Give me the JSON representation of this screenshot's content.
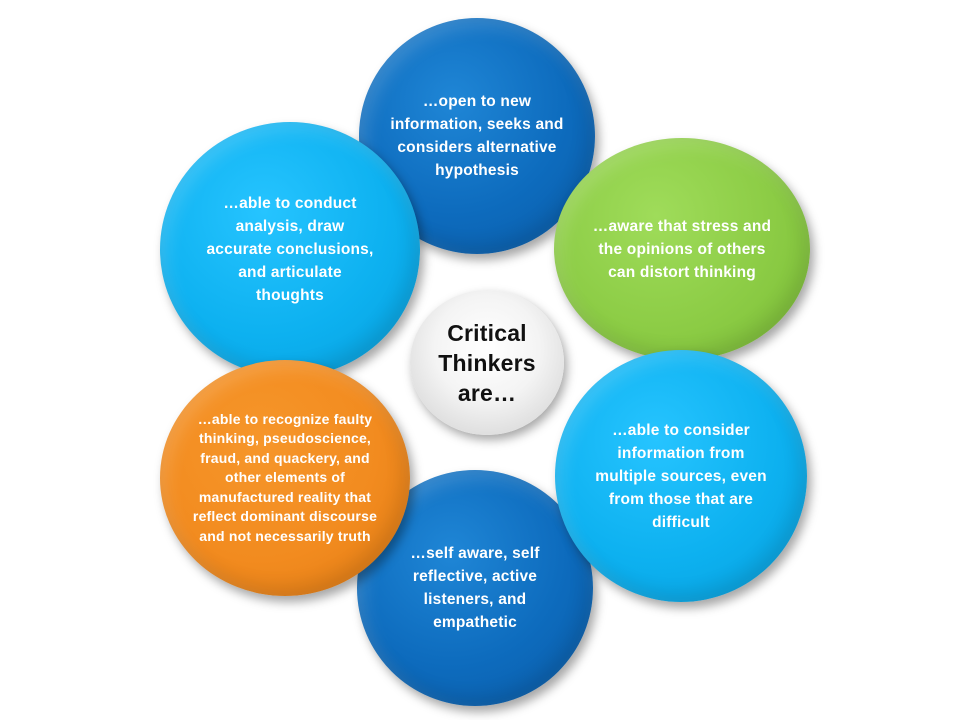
{
  "diagram": {
    "center": {
      "label": "Critical Thinkers are…",
      "color": "#f0f0f0"
    },
    "nodes": [
      {
        "id": "top",
        "text": "…open to new information, seeks and considers alternative hypothesis",
        "color": "#0d6bbd"
      },
      {
        "id": "top-right",
        "text": "…aware that stress and the opinions of others can distort thinking",
        "color": "#8ccc45"
      },
      {
        "id": "bottom-right",
        "text": "…able to consider information from multiple sources, even from those that are difficult",
        "color": "#0db1f0"
      },
      {
        "id": "bottom",
        "text": "…self aware, self reflective, active listeners, and empathetic",
        "color": "#0d6bbd"
      },
      {
        "id": "bottom-left",
        "text": "…able to recognize faulty thinking, pseudoscience, fraud, and quackery, and other elements of manufactured reality that reflect dominant discourse and not necessarily truth",
        "color": "#f28b1f"
      },
      {
        "id": "top-left",
        "text": "…able to conduct analysis, draw accurate conclusions, and articulate thoughts",
        "color": "#0db1f0"
      }
    ]
  }
}
